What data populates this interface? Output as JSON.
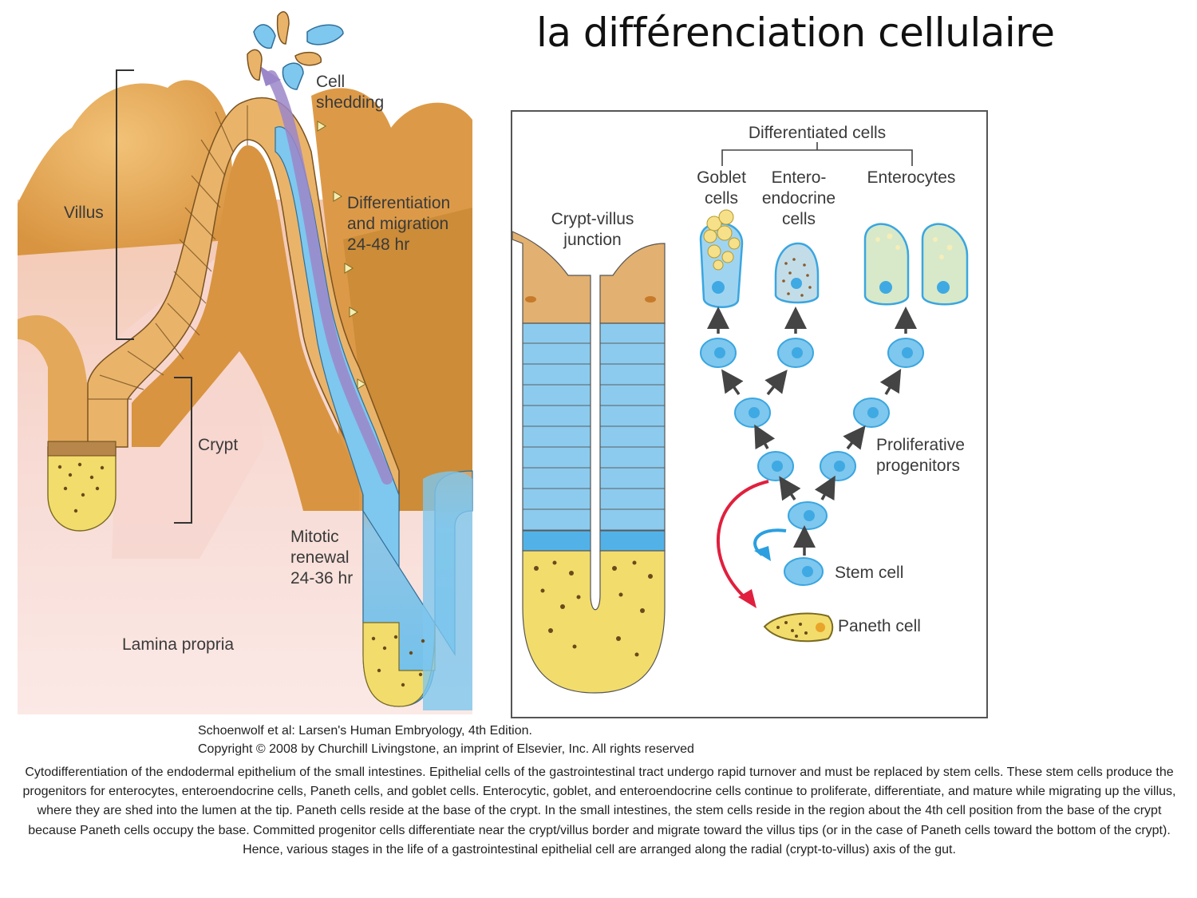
{
  "slide": {
    "title": "la  différenciation cellulaire"
  },
  "left_diagram": {
    "labels": {
      "villus": "Villus",
      "crypt": "Crypt",
      "lamina_propria": "Lamina propria",
      "cell_shedding": "Cell\nshedding",
      "differentiation_migration": "Differentiation\nand migration\n24-48 hr",
      "mitotic_renewal": "Mitotic\nrenewal\n24-36 hr"
    }
  },
  "right_diagram": {
    "labels": {
      "differentiated_cells": "Differentiated cells",
      "goblet_cells": "Goblet\ncells",
      "enteroendocrine_cells": "Entero-\nendocrine\ncells",
      "enterocytes": "Enterocytes",
      "crypt_villus_junction": "Crypt-villus\njunction",
      "proliferative_progenitors": "Proliferative\nprogenitors",
      "stem_cell": "Stem cell",
      "paneth_cell": "Paneth cell"
    }
  },
  "credits": {
    "line1": "Schoenwolf et al: Larsen's Human Embryology, 4th Edition.",
    "line2": "Copyright © 2008 by Churchill Livingstone, an imprint of Elsevier, Inc. All rights reserved"
  },
  "caption": "Cytodifferentiation of the endodermal epithelium of the small intestines. Epithelial cells of the gastrointestinal tract undergo rapid turnover and must be replaced by stem cells. These stem cells produce the progenitors for enterocytes, enteroendocrine cells, Paneth cells, and goblet cells. Enterocytic, goblet, and enteroendocrine cells continue to proliferate, differentiate, and mature while migrating up the villus, where they are shed into the lumen at the tip. Paneth cells reside at the base of the crypt. In the small intestines, the stem cells reside in the region about the 4th cell position from the base of the crypt because Paneth cells occupy the base. Committed progenitor cells differentiate near the crypt/villus border and migrate toward the villus tips (or in the case of Paneth cells toward the bottom of the crypt). Hence, various stages in the life of a gastrointestinal epithelial cell are arranged along the radial (crypt-to-villus) axis of the gut.",
  "colors": {
    "villus_tan": "#e2a552",
    "villus_dark": "#c88a35",
    "lamina_pink": "#f6d3cc",
    "epithelium_orange": "#e9b46a",
    "progenitor_blue": "#74c6ee",
    "stem_blue": "#3fa9e3",
    "paneth_yellow": "#f2dc6c",
    "migration_purple": "#9b86c9",
    "paneth_arrow_red": "#e0203e"
  }
}
